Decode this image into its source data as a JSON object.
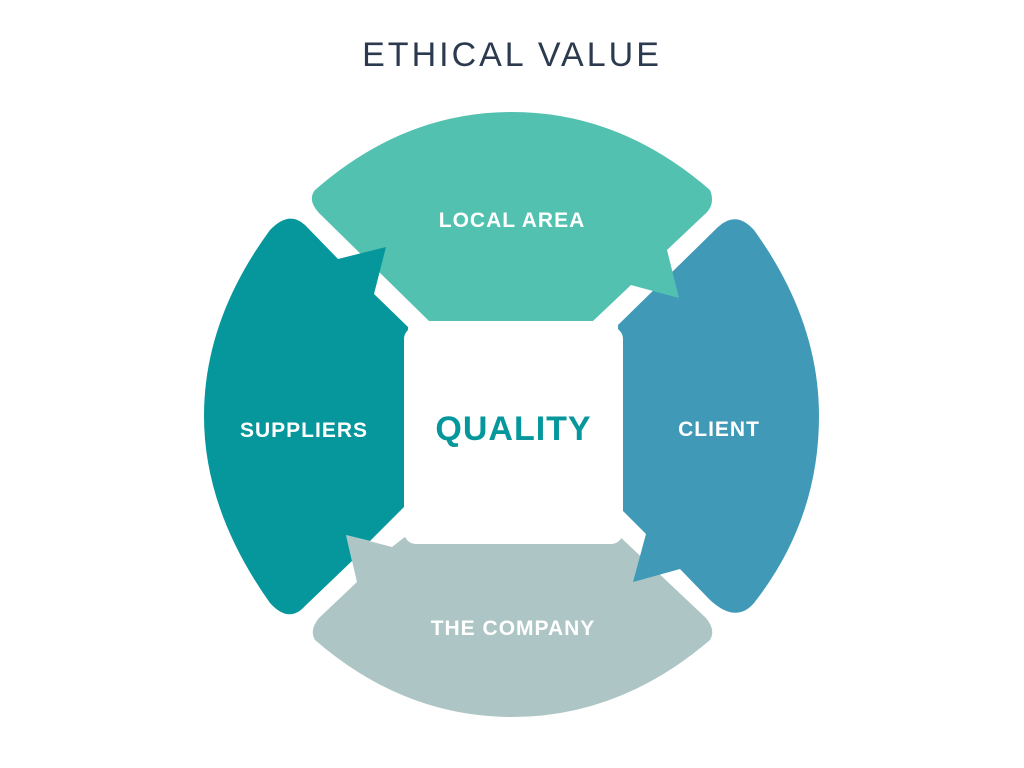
{
  "title": "ETHICAL VALUE",
  "center": {
    "label": "QUALITY",
    "color": "#05979b"
  },
  "segments": [
    {
      "label": "LOCAL AREA",
      "color": "#52c1b0"
    },
    {
      "label": "CLIENT",
      "color": "#4199b8"
    },
    {
      "label": "THE COMPANY",
      "color": "#adc5c4"
    },
    {
      "label": "SUPPLIERS",
      "color": "#05979b"
    }
  ]
}
